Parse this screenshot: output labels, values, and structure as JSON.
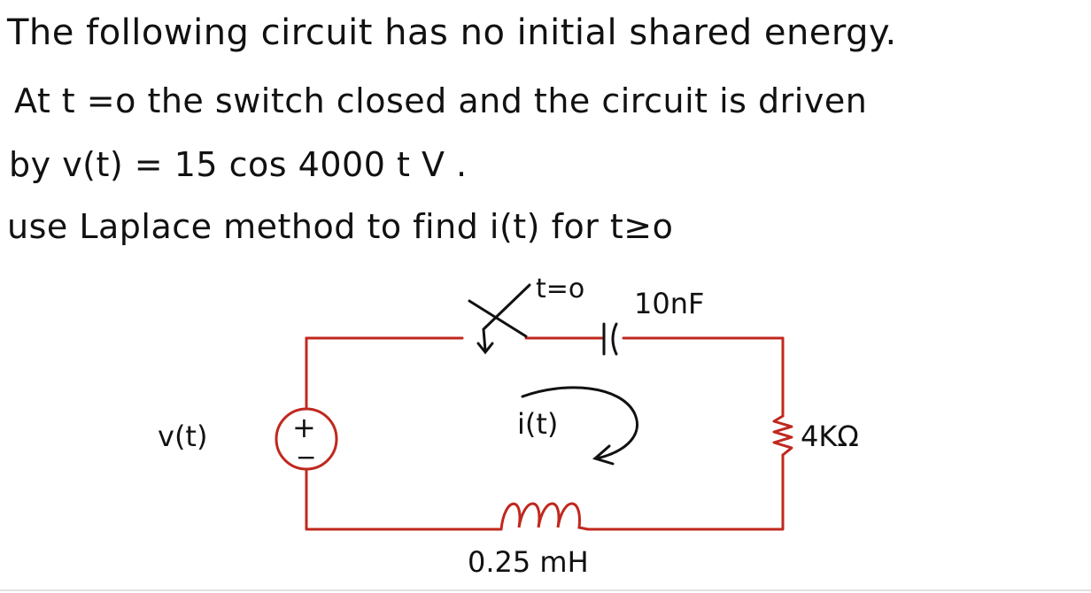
{
  "problem": {
    "line1": "The following circuit has no initial shared energy.",
    "line2": "At t =o the switch closed and the circuit is driven",
    "line3": "by v(t) = 15 cos 4000 t V .",
    "line4": "use Laplace method to find i(t) for t≥o"
  },
  "circuit": {
    "switch_label": "t=o",
    "capacitor_label": "10nF",
    "source_label": "v(t)",
    "source_plus": "+",
    "source_minus": "−",
    "current_label": "i(t)",
    "resistor_label": "4KΩ",
    "inductor_label": "0.25 mH",
    "wire_color": "#c0281e",
    "ink_color": "#111111"
  }
}
